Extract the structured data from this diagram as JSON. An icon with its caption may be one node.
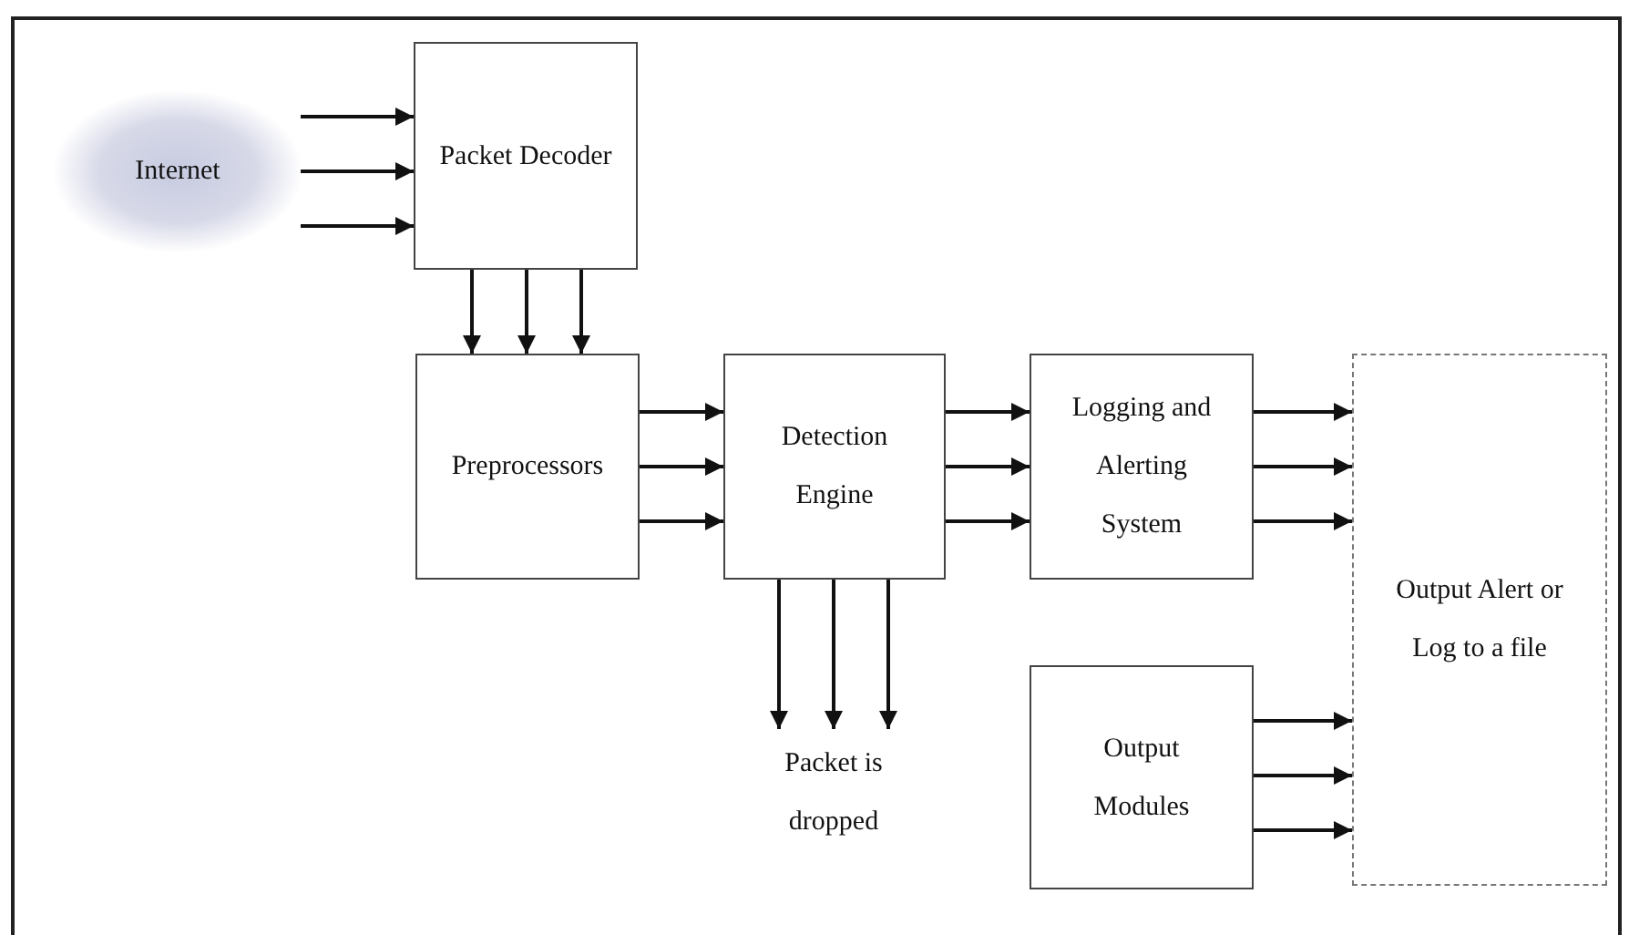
{
  "diagram": {
    "nodes": [
      {
        "text": [
          "Internet"
        ]
      },
      {
        "text": [
          "Packet Decoder"
        ]
      },
      {
        "text": [
          "Preprocessors"
        ]
      },
      {
        "text": [
          "Detection Engine"
        ]
      },
      {
        "text": [
          "Logging and Alerting System"
        ]
      },
      {
        "text": [
          "Output Alert or Log to a file"
        ]
      },
      {
        "text": [
          "Packet is dropped"
        ]
      },
      {
        "text": [
          "Output Modules"
        ]
      }
    ],
    "edges": [
      {
        "from": 0,
        "to": 1,
        "arrow": "to"
      },
      {
        "from": 0,
        "to": 1,
        "arrow": "to"
      },
      {
        "from": 0,
        "to": 1,
        "arrow": "to"
      },
      {
        "from": 1,
        "to": 2,
        "arrow": "to"
      },
      {
        "from": 1,
        "to": 2,
        "arrow": "to"
      },
      {
        "from": 1,
        "to": 2,
        "arrow": "to"
      },
      {
        "from": 2,
        "to": 3,
        "arrow": "to"
      },
      {
        "from": 2,
        "to": 3,
        "arrow": "to"
      },
      {
        "from": 2,
        "to": 3,
        "arrow": "to"
      },
      {
        "from": 3,
        "to": 4,
        "arrow": "to"
      },
      {
        "from": 3,
        "to": 4,
        "arrow": "to"
      },
      {
        "from": 3,
        "to": 4,
        "arrow": "to"
      },
      {
        "from": 4,
        "to": 5,
        "arrow": "to"
      },
      {
        "from": 4,
        "to": 5,
        "arrow": "to"
      },
      {
        "from": 4,
        "to": 5,
        "arrow": "to"
      },
      {
        "from": 3,
        "to": 6,
        "arrow": "to"
      },
      {
        "from": 3,
        "to": 6,
        "arrow": "to"
      },
      {
        "from": 3,
        "to": 6,
        "arrow": "to"
      },
      {
        "from": 7,
        "to": 5,
        "arrow": "to"
      },
      {
        "from": 7,
        "to": 5,
        "arrow": "to"
      },
      {
        "from": 7,
        "to": 5,
        "arrow": "to"
      }
    ]
  }
}
